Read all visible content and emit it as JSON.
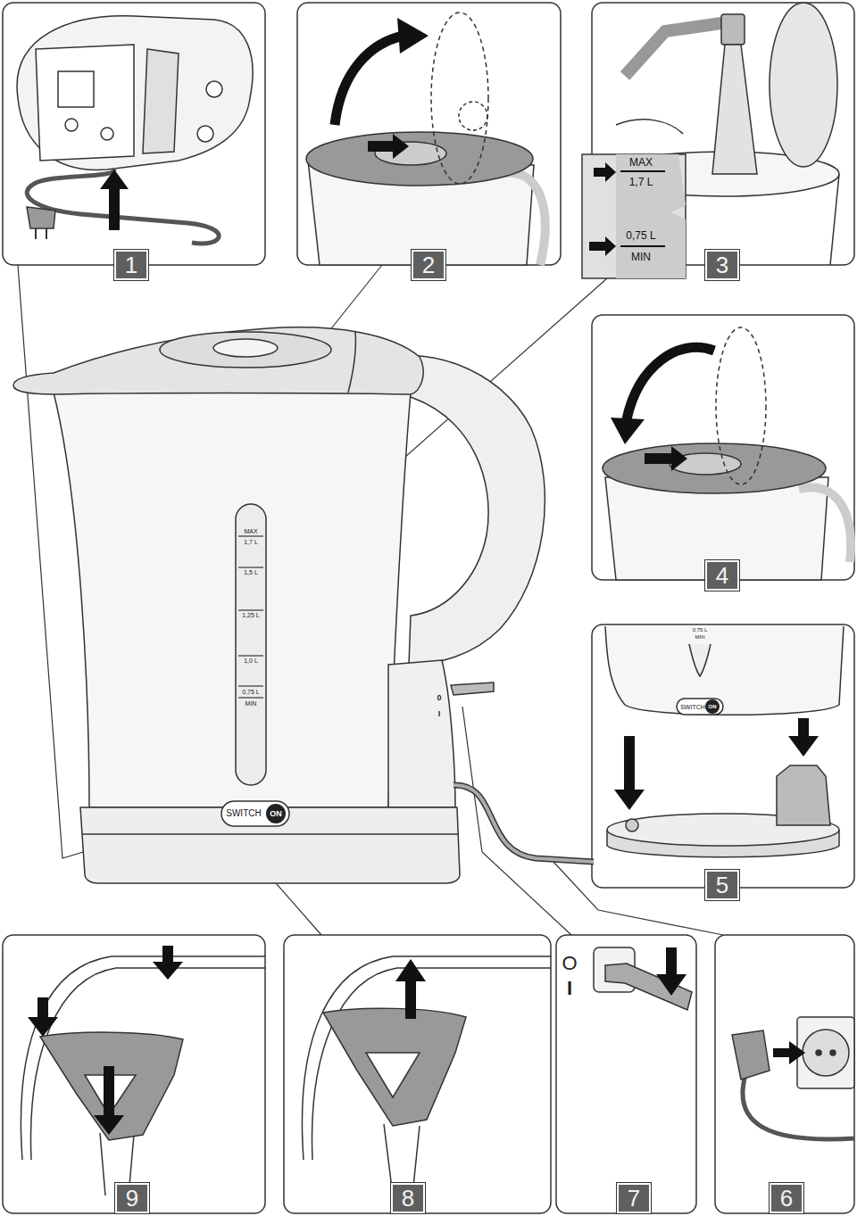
{
  "diagram": {
    "nodes": [
      {
        "text": [
          "1"
        ]
      },
      {
        "text": [
          "2"
        ]
      },
      {
        "text": [
          "3"
        ]
      },
      {
        "text": [
          "4"
        ]
      },
      {
        "text": [
          "5"
        ]
      },
      {
        "text": [
          "9"
        ]
      },
      {
        "text": [
          "8"
        ]
      },
      {
        "text": [
          "7"
        ]
      },
      {
        "text": [
          "6"
        ]
      }
    ],
    "labels": [
      "MAX",
      "1,7 L",
      "0,75 L",
      "MIN",
      "MAX",
      "1,7 L",
      "1,5 L",
      "1,25 L",
      "1,0 L",
      "0,75 L",
      "MIN",
      "SWITCH",
      "ON",
      "0",
      "I",
      "0,75 L",
      "MIN",
      "SWITCH",
      "ON",
      "O",
      "I"
    ]
  }
}
